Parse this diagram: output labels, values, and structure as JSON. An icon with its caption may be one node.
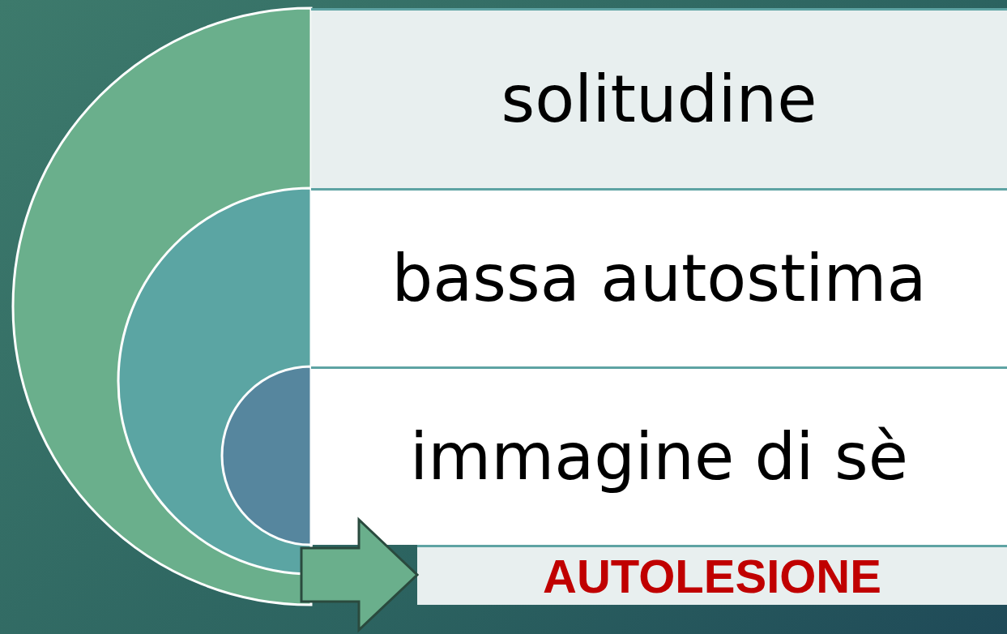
{
  "diagram": {
    "nodes": [
      {
        "text": [
          "solitudine"
        ]
      },
      {
        "text": [
          "bassa autostima"
        ]
      },
      {
        "text": [
          "immagine di sè"
        ]
      },
      {
        "text": [
          "AUTOLESIONE"
        ]
      }
    ],
    "edges": [
      {
        "from": null,
        "to": 3,
        "arrow": "to"
      }
    ]
  }
}
